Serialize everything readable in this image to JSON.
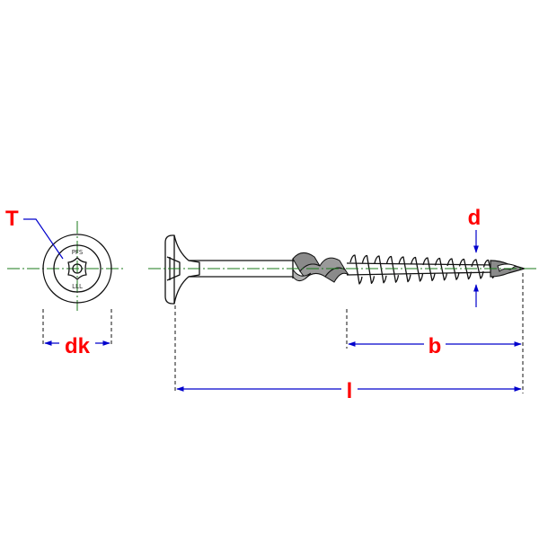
{
  "labels": {
    "drive": "T",
    "head_diameter": "dk",
    "thread_diameter": "d",
    "thread_length": "b",
    "length": "l"
  },
  "head_markings": {
    "top": "PFS",
    "bottom": "LLL"
  },
  "colors": {
    "label": "#ff0000",
    "dimension_line": "#0000cc",
    "center_axis": "#1a7a1a",
    "outline": "#111111",
    "shaded_thread": "#8a8a8a"
  }
}
